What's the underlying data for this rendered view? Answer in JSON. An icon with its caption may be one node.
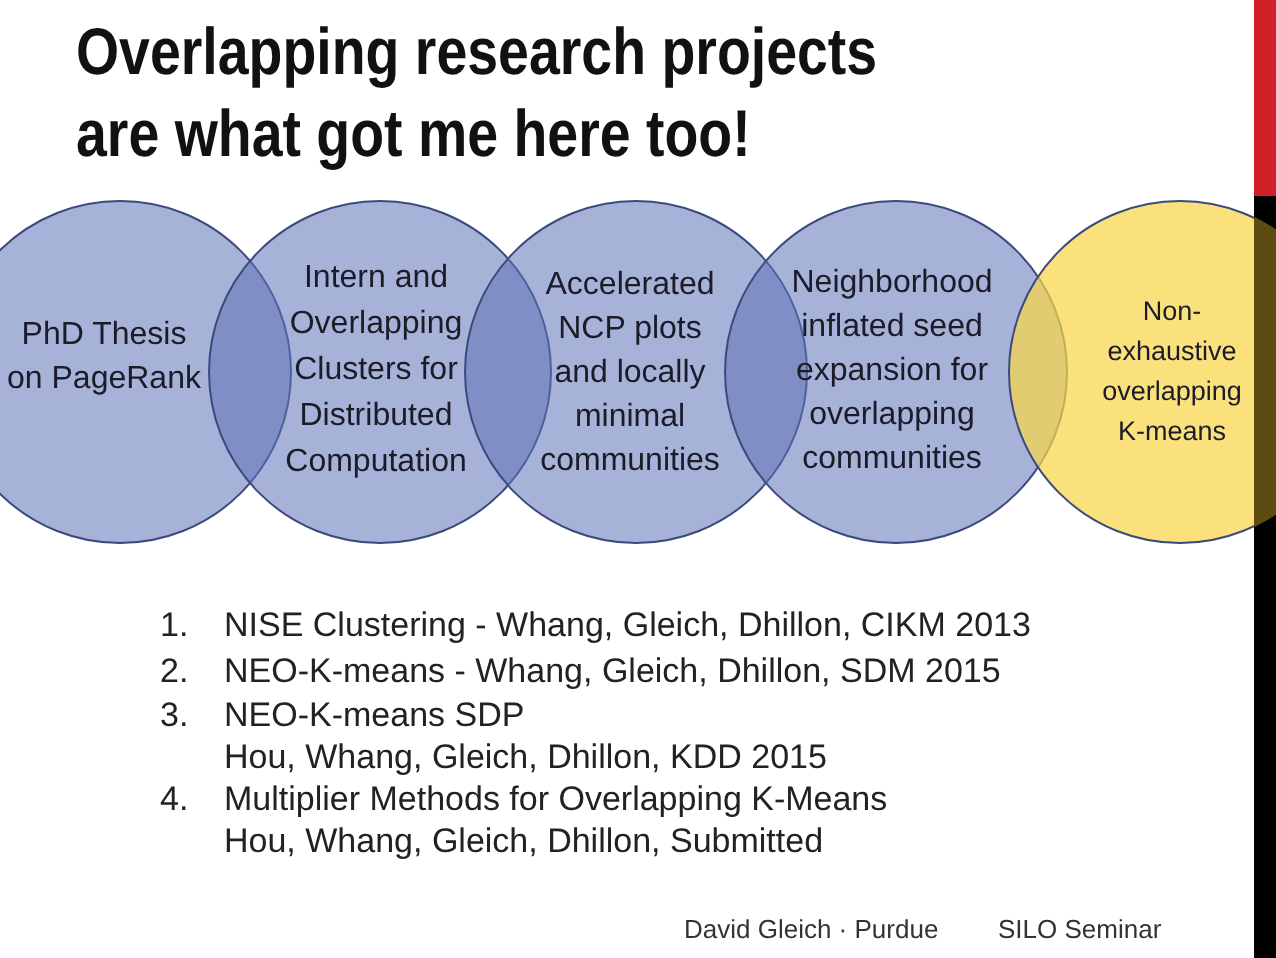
{
  "diagram": {
    "title": "Overlapping research projects are what got me here too!",
    "nodes": [
      {
        "text": [
          "PhD Thesis on PageRank"
        ]
      },
      {
        "text": [
          "Intern and Overlapping Clusters for Distributed Computation"
        ]
      },
      {
        "text": [
          "Accelerated NCP plots and locally minimal communities"
        ]
      },
      {
        "text": [
          "Neighborhood inflated seed expansion for overlapping communities"
        ]
      },
      {
        "text": [
          "Non-exhaustive overlapping K-means"
        ]
      }
    ],
    "labels": [
      "1.",
      "NISE Clustering - Whang, Gleich, Dhillon, CIKM 2013",
      "2.",
      "NEO-K-means - Whang, Gleich, Dhillon, SDM 2015",
      "3.",
      "NEO-K-means SDP",
      "Hou, Whang, Gleich, Dhillon, KDD 2015",
      "4.",
      "Multiplier Methods for Overlapping K-Means",
      "Hou, Whang, Gleich, Dhillon, Submitted",
      "David Gleich · Purdue",
      "SILO Seminar"
    ]
  }
}
